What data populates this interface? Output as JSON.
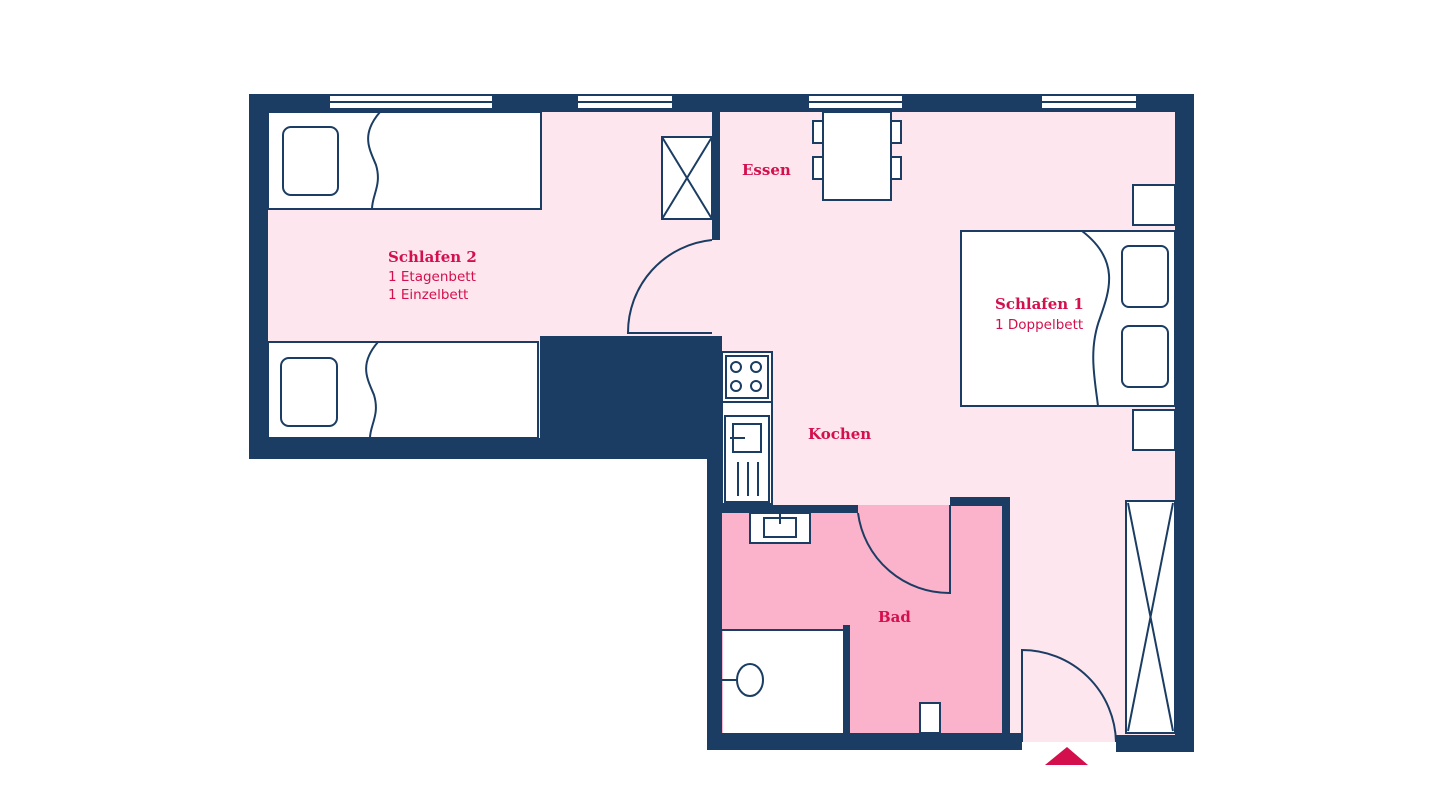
{
  "rooms": {
    "schlafen2": {
      "title": "Schlafen 2",
      "line1": "1 Etagenbett",
      "line2": "1 Einzelbett"
    },
    "schlafen1": {
      "title": "Schlafen 1",
      "line1": "1 Doppelbett"
    },
    "essen": {
      "title": "Essen"
    },
    "kochen": {
      "title": "Kochen"
    },
    "bad": {
      "title": "Bad"
    }
  },
  "colors": {
    "wall": "#1b3d63",
    "floor": "#fde6ee",
    "bath": "#fbb3cb",
    "accent": "#d40f4e"
  }
}
